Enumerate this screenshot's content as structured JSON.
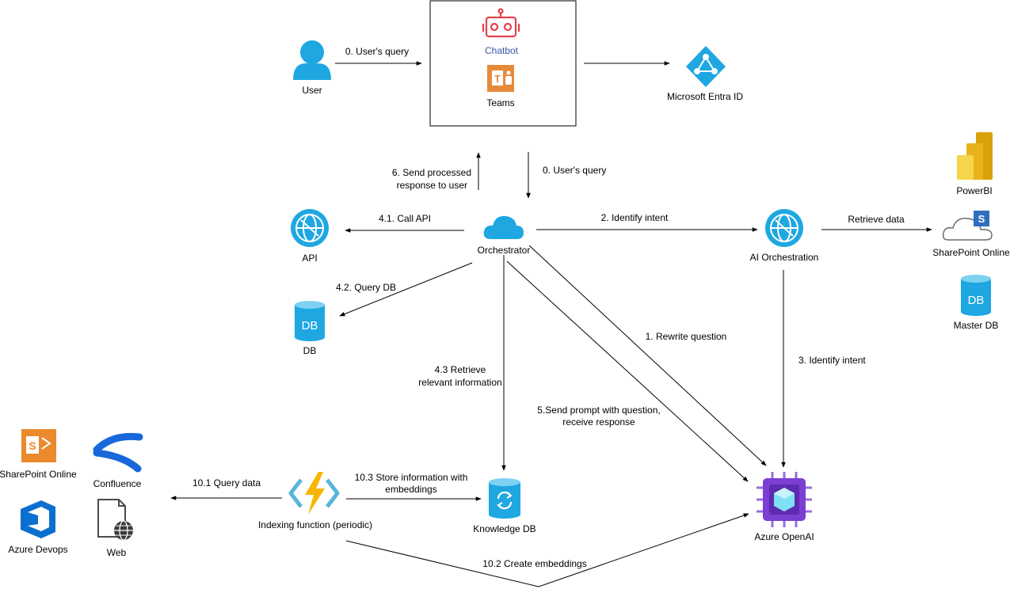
{
  "nodes": {
    "user": "User",
    "chatbot": "Chatbot",
    "teams": "Teams",
    "entra": "Microsoft Entra ID",
    "powerbi": "PowerBI",
    "sharepoint_right": "SharePoint Online",
    "master_db": "Master DB",
    "api": "API",
    "orchestrator": "Orchestrator",
    "ai_orchestration": "AI Orchestration",
    "db": "DB",
    "db_icon_text": "DB",
    "master_db_icon_text": "DB",
    "sharepoint_left": "SharePoint Online",
    "confluence": "Confluence",
    "azure_devops": "Azure Devops",
    "web": "Web",
    "indexing": "Indexing function (periodic)",
    "knowledge_db": "Knowledge DB",
    "azure_openai": "Azure OpenAI"
  },
  "edges": {
    "e0_top": "0. User's query",
    "e0_mid": "0. User's query",
    "e6_line1": "6. Send processed",
    "e6_line2": "response to user",
    "e41": "4.1. Call API",
    "e2": "2. Identify intent",
    "retrieve": "Retrieve data",
    "e42": "4.2. Query DB",
    "e1": "1. Rewrite question",
    "e3": "3. Identify intent",
    "e43_line1": "4.3 Retrieve",
    "e43_line2": "relevant information",
    "e5_line1": "5.Send prompt with question,",
    "e5_line2": "receive response",
    "e101": "10.1 Query data",
    "e103_line1": "10.3 Store information with",
    "e103_line2": "embeddings",
    "e102": "10.2 Create embeddings"
  },
  "colors": {
    "azure_blue": "#1ea7e1",
    "chatbot_red": "#e0444c",
    "teams_orange": "#e68a3a",
    "openai_purple": "#7b3fd4",
    "functions_yellow": "#f7b500",
    "devops_blue": "#0b6fd0",
    "confluence_blue": "#1868db",
    "powerbi_gold": "#e8b21c"
  }
}
